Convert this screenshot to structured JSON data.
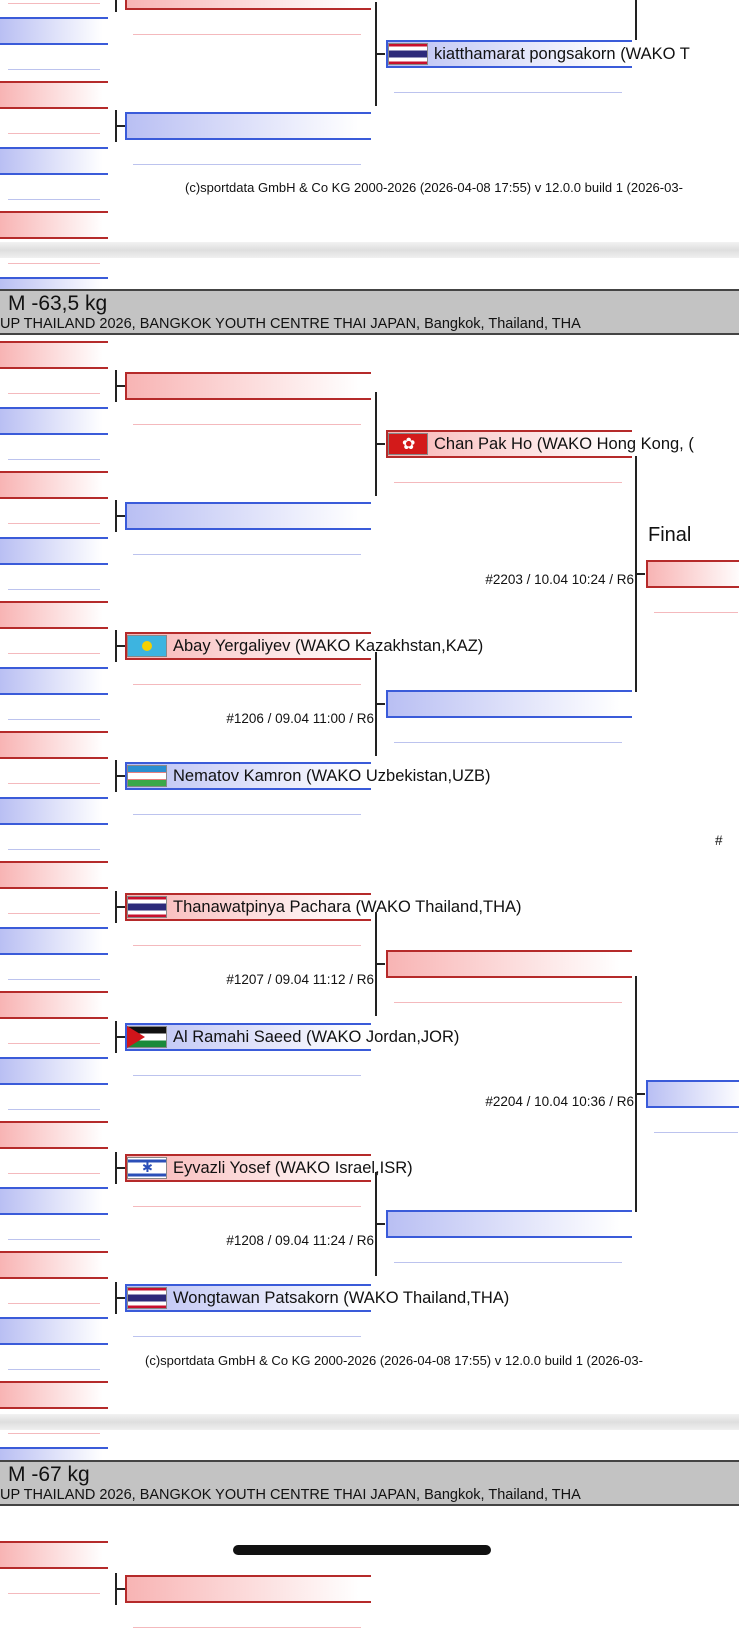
{
  "sections": [
    {
      "footer": "(c)sportdata GmbH & Co KG 2000-2026 (2026-04-08 17:55)  v 12.0.0 build 1 (2026-03-"
    },
    {
      "title": "M -63,5 kg",
      "subtitle": "UP THAILAND 2026, BANGKOK YOUTH CENTRE THAI JAPAN, Bangkok, Thailand, THA",
      "footer": "(c)sportdata GmbH & Co KG 2000-2026 (2026-04-08 17:55)  v 12.0.0 build 1 (2026-03-"
    },
    {
      "title": "M -67 kg",
      "subtitle": "UP THAILAND 2026, BANGKOK YOUTH CENTRE THAI JAPAN, Bangkok, Thailand, THA"
    }
  ],
  "competitors": {
    "kiatthamarat": {
      "name": "kiatthamarat pongsakorn (WAKO T",
      "flag": "thailand"
    },
    "chan": {
      "name": "Chan Pak Ho (WAKO Hong Kong, (",
      "flag": "hong-kong"
    },
    "abay": {
      "name": "Abay Yergaliyev (WAKO Kazakhstan,KAZ)",
      "flag": "kazakhstan"
    },
    "nematov": {
      "name": "Nematov Kamron (WAKO Uzbekistan,UZB)",
      "flag": "uzbekistan"
    },
    "thanawatpinya": {
      "name": "Thanawatpinya Pachara (WAKO Thailand,THA)",
      "flag": "thailand"
    },
    "alramahi": {
      "name": "Al Ramahi Saeed (WAKO Jordan,JOR)",
      "flag": "jordan"
    },
    "eyvazli": {
      "name": "Eyvazli Yosef (WAKO Israel,ISR)",
      "flag": "israel"
    },
    "wongtawan": {
      "name": "Wongtawan Patsakorn (WAKO Thailand,THA)",
      "flag": "thailand"
    }
  },
  "matches": {
    "m1206": "#1206 / 09.04 11:00 / R6",
    "m1207": "#1207 / 09.04 11:12 / R6",
    "m1208": "#1208 / 09.04 11:24 / R6",
    "m2203": "#2203 / 10.04 10:24 / R6",
    "m2204": "#2204 / 10.04 10:36 / R6",
    "partial": "#"
  },
  "round_label": "Final",
  "colors": {
    "red": "#b52a2a",
    "blue": "#3a5bd9",
    "header": "#c3c3c3"
  }
}
